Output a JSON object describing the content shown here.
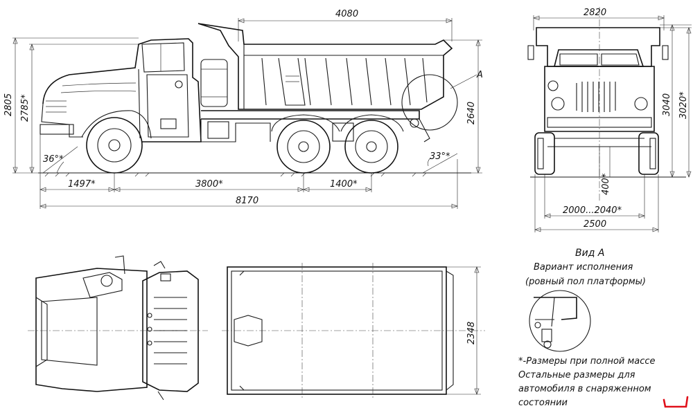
{
  "side_view": {
    "dims": {
      "bed_length": "4080",
      "height_cab": "2805",
      "height_cab_full": "2785*",
      "height_bed": "2640",
      "front_overhang": "1497*",
      "wheelbase": "3800*",
      "rear_axle_spacing": "1400*",
      "overall_length": "8170",
      "approach_angle": "36°*",
      "departure_angle": "33°*",
      "view_marker": "A"
    }
  },
  "front_view": {
    "dims": {
      "overall_width": "2820",
      "height_empty": "3040",
      "height_full": "3020*",
      "ground_clearance": "400*",
      "track": "2000...2040*",
      "width_wheels": "2500"
    }
  },
  "top_view": {
    "dims": {
      "bed_width": "2348"
    }
  },
  "view_a": {
    "title": "Вид А",
    "caption_line1": "Вариант исполнения",
    "caption_line2": "(ровный пол платформы)"
  },
  "notes": {
    "line1": "*-Размеры при полной массе",
    "line2": "Остальные размеры для",
    "line3": "автомобиля в снаряженном",
    "line4": "состоянии"
  },
  "colors": {
    "line": "#1a1a1a",
    "stamp": "#e0101a"
  }
}
